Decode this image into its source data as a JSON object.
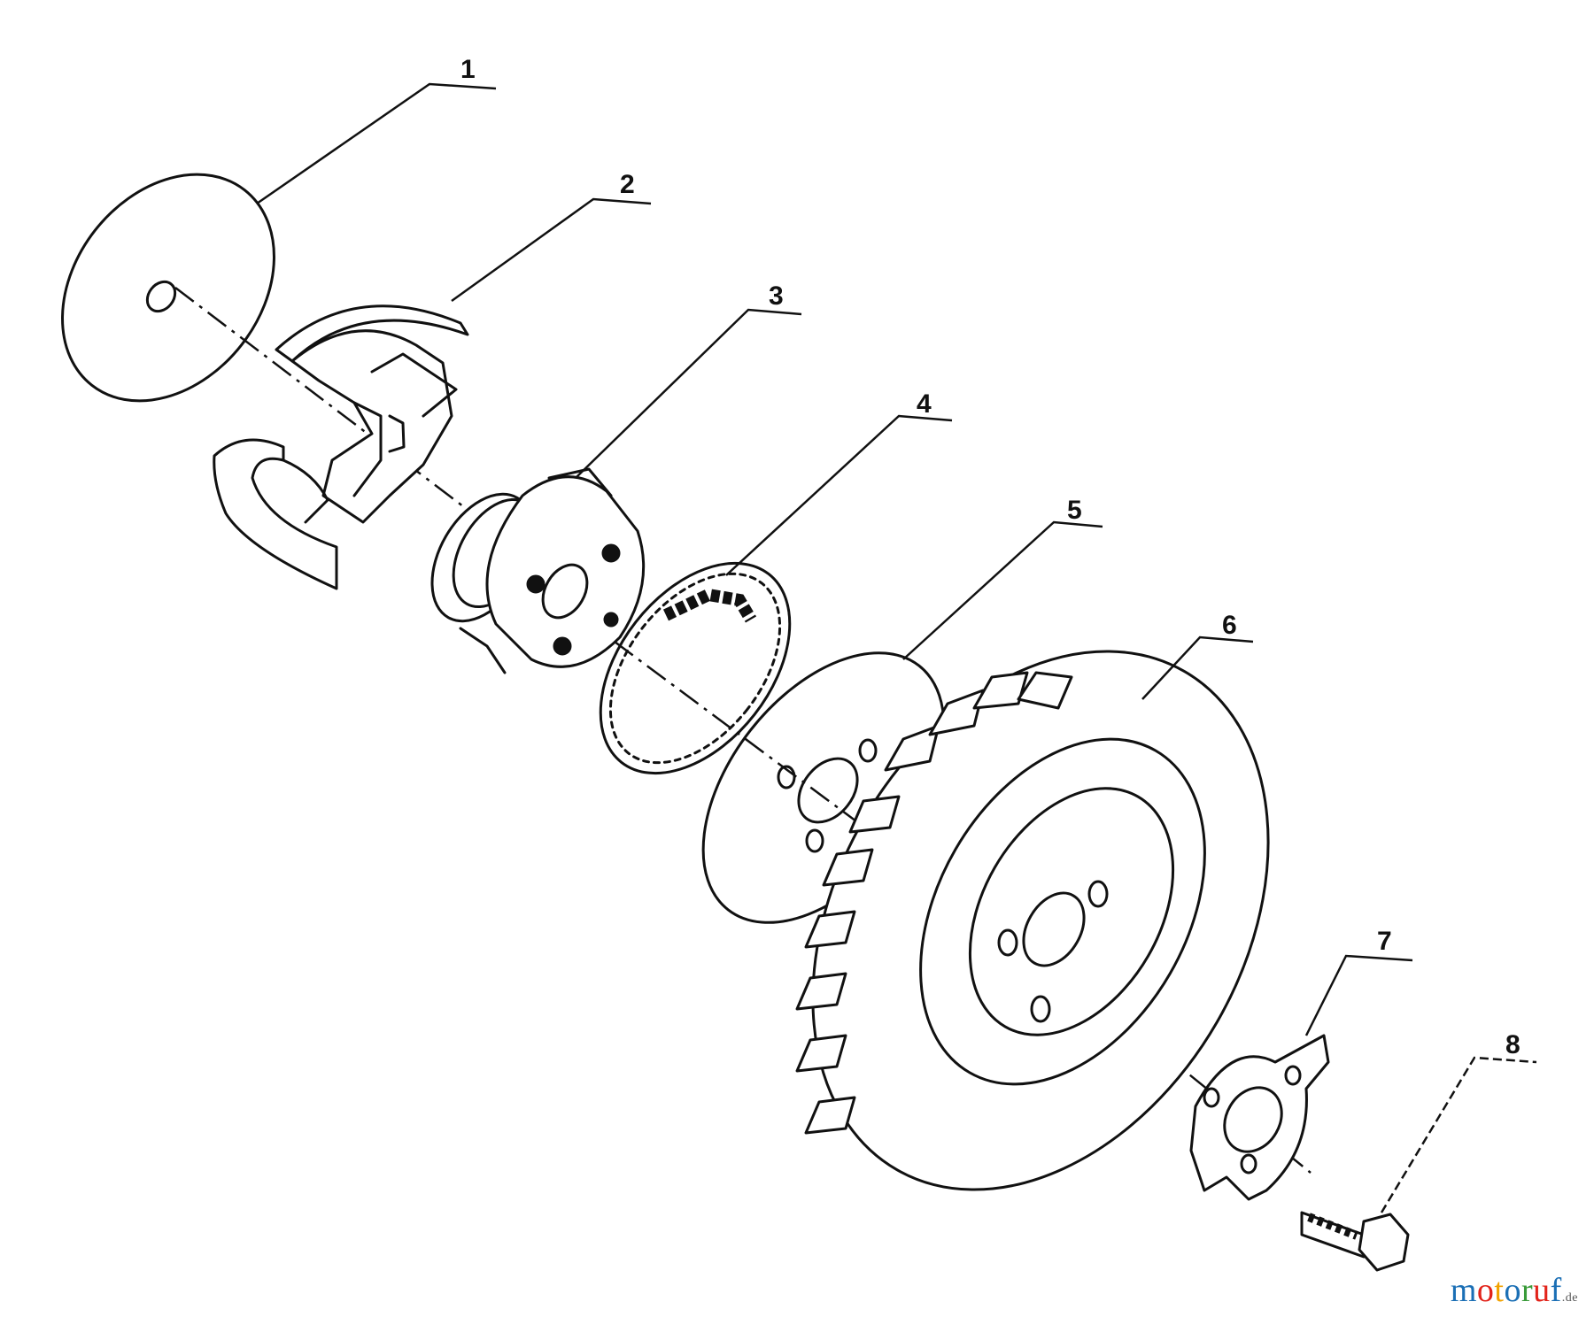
{
  "callouts": [
    {
      "id": "1",
      "label": "1"
    },
    {
      "id": "2",
      "label": "2"
    },
    {
      "id": "3",
      "label": "3"
    },
    {
      "id": "4",
      "label": "4"
    },
    {
      "id": "5",
      "label": "5"
    },
    {
      "id": "6",
      "label": "6"
    },
    {
      "id": "7",
      "label": "7"
    },
    {
      "id": "8",
      "label": "8"
    }
  ],
  "watermark": {
    "text": "motoruf",
    "tld": ".de",
    "colors": [
      "#1b6fb5",
      "#e2231a",
      "#f2a200",
      "#1b6fb5",
      "#3a9b3a",
      "#e2231a",
      "#1b6fb5"
    ]
  }
}
